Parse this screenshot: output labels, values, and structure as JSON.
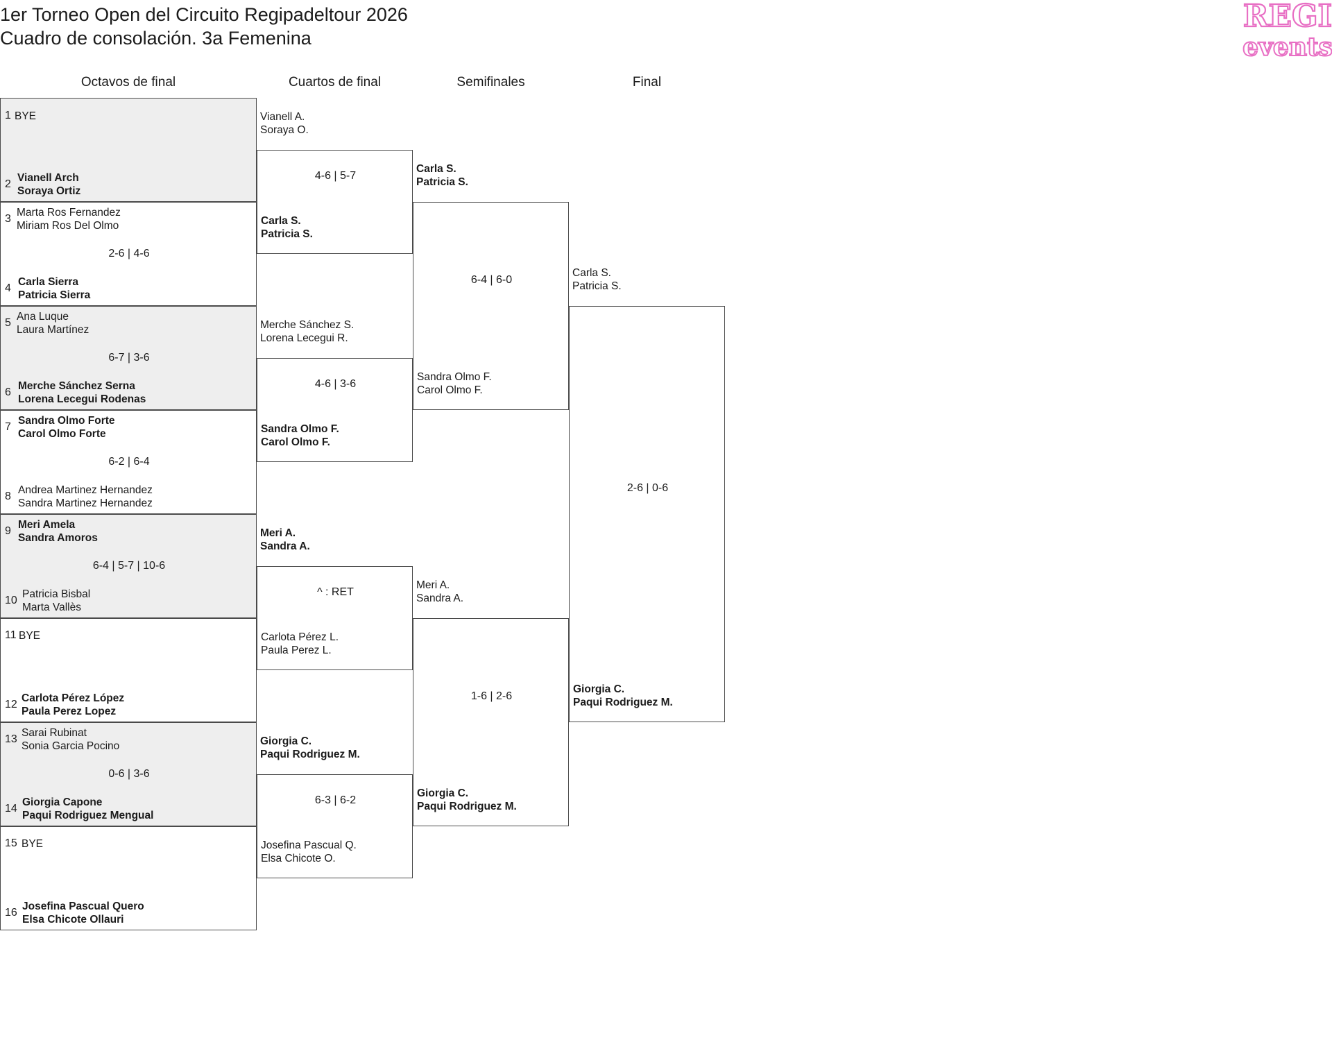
{
  "header": {
    "title_line1": "1er Torneo Open del Circuito Regipadeltour 2026",
    "title_line2": "Cuadro de consolación. 3a Femenina",
    "logo_text_top": "REGI",
    "logo_text_bottom": "events"
  },
  "rounds": [
    "Octavos de final",
    "Cuartos de final",
    "Semifinales",
    "Final"
  ],
  "r1": {
    "matches": [
      {
        "score": "",
        "top": {
          "seed": "1",
          "line1": "BYE",
          "line2": ""
        },
        "bottom": {
          "seed": "2",
          "line1": "Vianell Arch",
          "line2": "Soraya Ortiz"
        }
      },
      {
        "score": "2-6 | 4-6",
        "top": {
          "seed": "3",
          "line1": "Marta Ros Fernandez",
          "line2": "Miriam Ros Del Olmo"
        },
        "bottom": {
          "seed": "4",
          "line1": "Carla Sierra",
          "line2": "Patricia Sierra"
        }
      },
      {
        "score": "6-7 | 3-6",
        "top": {
          "seed": "5",
          "line1": "Ana Luque",
          "line2": "Laura Martínez"
        },
        "bottom": {
          "seed": "6",
          "line1": "Merche Sánchez Serna",
          "line2": "Lorena Lecegui Rodenas"
        }
      },
      {
        "score": "6-2 | 6-4",
        "top": {
          "seed": "7",
          "line1": "Sandra Olmo Forte",
          "line2": "Carol Olmo Forte"
        },
        "bottom": {
          "seed": "8",
          "line1": "Andrea Martinez Hernandez",
          "line2": "Sandra Martinez Hernandez"
        }
      },
      {
        "score": "6-4 | 5-7 | 10-6",
        "top": {
          "seed": "9",
          "line1": "Meri Amela",
          "line2": "Sandra Amoros"
        },
        "bottom": {
          "seed": "10",
          "line1": "Patricia Bisbal",
          "line2": "Marta Vallès"
        }
      },
      {
        "score": "",
        "top": {
          "seed": "11",
          "line1": "BYE",
          "line2": ""
        },
        "bottom": {
          "seed": "12",
          "line1": "Carlota Pérez López",
          "line2": "Paula Perez Lopez"
        }
      },
      {
        "score": "0-6 | 3-6",
        "top": {
          "seed": "13",
          "line1": "Sarai Rubinat",
          "line2": "Sonia Garcia Pocino"
        },
        "bottom": {
          "seed": "14",
          "line1": "Giorgia Capone",
          "line2": "Paqui Rodriguez Mengual"
        }
      },
      {
        "score": "",
        "top": {
          "seed": "15",
          "line1": "BYE",
          "line2": ""
        },
        "bottom": {
          "seed": "16",
          "line1": "Josefina Pascual Quero",
          "line2": "Elsa Chicote Ollauri"
        }
      }
    ]
  },
  "r2": {
    "matches": [
      {
        "score": "4-6 | 5-7",
        "top": {
          "line1": "Vianell A.",
          "line2": "Soraya O."
        },
        "bottom": {
          "line1": "Carla S.",
          "line2": "Patricia S."
        }
      },
      {
        "score": "4-6 | 3-6",
        "top": {
          "line1": "Merche Sánchez S.",
          "line2": "Lorena Lecegui R."
        },
        "bottom": {
          "line1": "Sandra Olmo F.",
          "line2": "Carol Olmo F."
        }
      },
      {
        "score": "^ : RET",
        "top": {
          "line1": "Meri A.",
          "line2": "Sandra A."
        },
        "bottom": {
          "line1": "Carlota Pérez L.",
          "line2": "Paula Perez L."
        }
      },
      {
        "score": "6-3 | 6-2",
        "top": {
          "line1": "Giorgia C.",
          "line2": "Paqui Rodriguez M."
        },
        "bottom": {
          "line1": "Josefina Pascual Q.",
          "line2": "Elsa Chicote O."
        }
      }
    ]
  },
  "r3": {
    "matches": [
      {
        "score": "6-4 | 6-0",
        "top": {
          "line1": "Carla S.",
          "line2": "Patricia S."
        },
        "bottom": {
          "line1": "Sandra Olmo F.",
          "line2": "Carol Olmo F."
        }
      },
      {
        "score": "1-6 | 2-6",
        "top": {
          "line1": "Meri A.",
          "line2": "Sandra A."
        },
        "bottom": {
          "line1": "Giorgia C.",
          "line2": "Paqui Rodriguez M."
        }
      }
    ]
  },
  "r4": {
    "matches": [
      {
        "score": "2-6 | 0-6",
        "top": {
          "line1": "Carla S.",
          "line2": "Patricia S."
        },
        "bottom": {
          "line1": "Giorgia C.",
          "line2": "Paqui Rodriguez M."
        }
      }
    ]
  },
  "colors": {
    "logo": "#e86fc4",
    "shade": "#eeeeee",
    "border": "#4a4a4a"
  }
}
